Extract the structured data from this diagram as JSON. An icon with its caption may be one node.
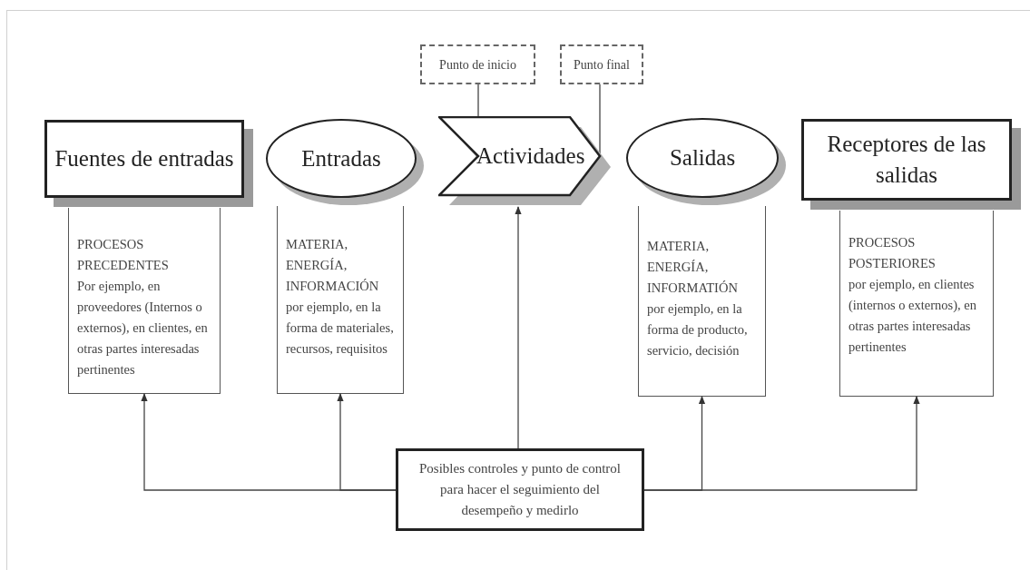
{
  "diagram": {
    "nodes": [
      {
        "text": [
          "Fuentes de entradas"
        ]
      },
      {
        "text": [
          "Entradas"
        ]
      },
      {
        "text": [
          "Actividades"
        ]
      },
      {
        "text": [
          "Salidas"
        ]
      },
      {
        "text": [
          "Receptores de las salidas"
        ]
      },
      {
        "text": [
          "PROCESOS PRECEDENTES",
          "Por ejemplo, en proveedores (Internos o externos), en clientes, en otras partes interesadas pertinentes"
        ]
      },
      {
        "text": [
          "MATERIA, ENERGÍA, INFORMACIÓN",
          "por ejemplo, en la forma de materiales, recursos, requisitos"
        ]
      },
      {
        "text": [
          "MATERIA, ENERGÍA, INFORMATIÓN",
          "por ejemplo, en la forma de producto, servicio, decisión"
        ]
      },
      {
        "text": [
          "PROCESOS POSTERIORES",
          "por ejemplo, en clientes (internos o externos), en otras partes interesadas pertinentes"
        ]
      },
      {
        "text": [
          "Punto de inicio"
        ]
      },
      {
        "text": [
          "Punto final"
        ]
      },
      {
        "text": [
          "Posibles controles y punto de control para hacer el seguimiento del desempeño y medirlo"
        ]
      }
    ],
    "edges": [
      {
        "from": 11,
        "to": 5,
        "arrow": "to"
      },
      {
        "from": 11,
        "to": 6,
        "arrow": "to"
      },
      {
        "from": 11,
        "to": 2,
        "arrow": "to"
      },
      {
        "from": 11,
        "to": 7,
        "arrow": "to"
      },
      {
        "from": 11,
        "to": 8,
        "arrow": "to"
      },
      {
        "from": 9,
        "to": 2,
        "arrow": "none"
      },
      {
        "from": 10,
        "to": 2,
        "arrow": "none"
      }
    ]
  }
}
